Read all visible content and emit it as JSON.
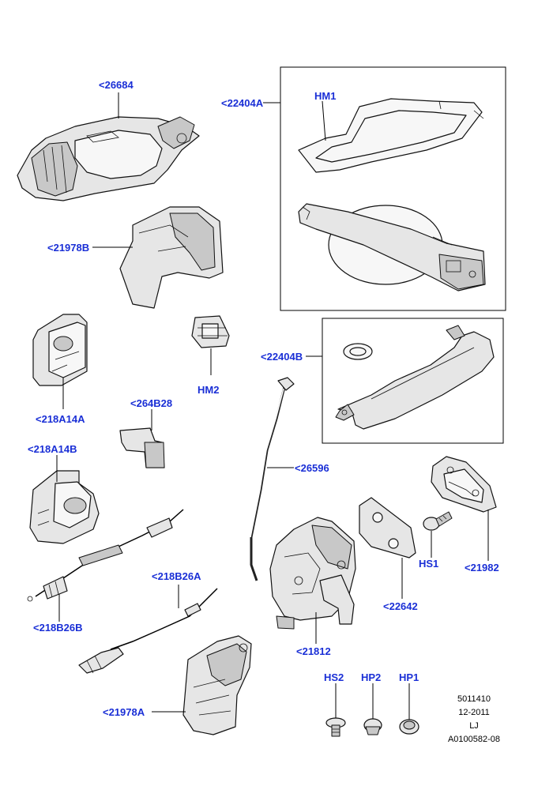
{
  "labels": {
    "l26684": "<26684",
    "l22404A": "<22404A",
    "lHM1": "HM1",
    "l21978B": "<21978B",
    "lHM2": "HM2",
    "l22404B": "<22404B",
    "l218A14A": "<218A14A",
    "l264B28": "<264B28",
    "l218A14B": "<218A14B",
    "l26596": "<26596",
    "l21982": "<21982",
    "lHS1": "HS1",
    "l22642": "<22642",
    "l218B26A": "<218B26A",
    "l218B26B": "<218B26B",
    "l21812": "<21812",
    "l21978A": "<21978A",
    "lHS2": "HS2",
    "lHP2": "HP2",
    "lHP1": "HP1"
  },
  "reference": {
    "code": "5011410",
    "date": "12-2011",
    "initials": "LJ",
    "illustration": "A0100582-08"
  },
  "colors": {
    "label": "#1a2fd6",
    "line": "#000000",
    "part_fill": "#e6e6e6"
  }
}
